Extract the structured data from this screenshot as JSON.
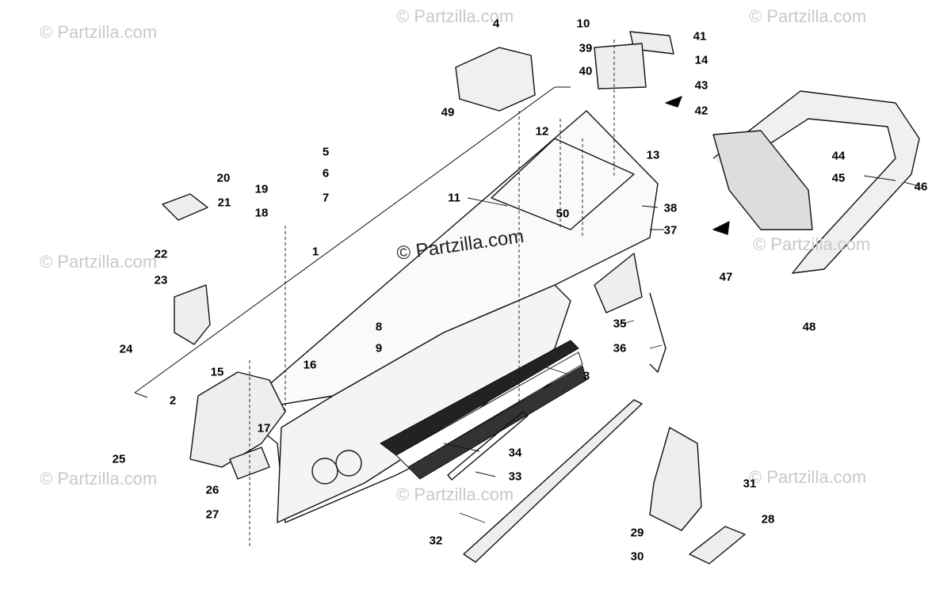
{
  "watermark": "© Partzilla.com",
  "center_watermark": "© Partzilla.com",
  "callouts": [
    "1",
    "2",
    "3",
    "4",
    "5",
    "6",
    "7",
    "8",
    "9",
    "10",
    "11",
    "12",
    "13",
    "14",
    "15",
    "16",
    "17",
    "18",
    "19",
    "20",
    "21",
    "22",
    "23",
    "24",
    "25",
    "26",
    "27",
    "28",
    "29",
    "30",
    "31",
    "32",
    "33",
    "34",
    "35",
    "36",
    "37",
    "38",
    "39",
    "40",
    "41",
    "42",
    "43",
    "44",
    "45",
    "46",
    "47",
    "48",
    "49",
    "50"
  ]
}
